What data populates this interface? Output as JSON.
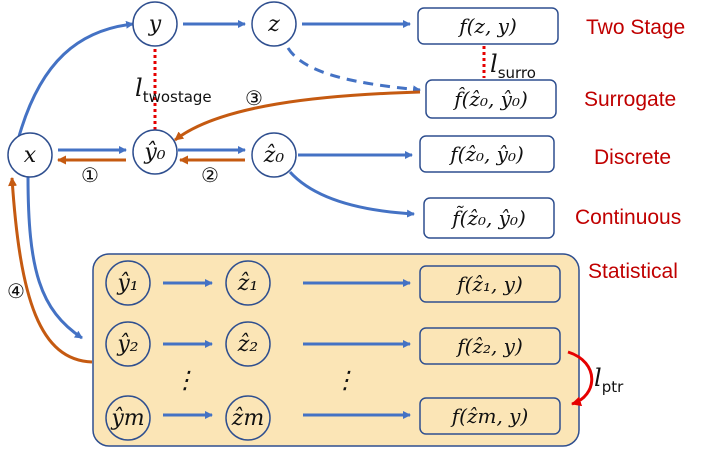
{
  "nodes": {
    "x": "x",
    "y": "y",
    "z": "z",
    "y_hat_0": "ŷ₀",
    "z_hat_0": "ẑ₀",
    "y_hat_1": "ŷ₁",
    "z_hat_1": "ẑ₁",
    "y_hat_2": "ŷ₂",
    "z_hat_2": "ẑ₂",
    "y_hat_m": "ŷm",
    "z_hat_m": "ẑm",
    "vdots": "⋮"
  },
  "boxes": {
    "two_stage": "f(z, y)",
    "surrogate": "f̂(ẑ₀, ŷ₀)",
    "discrete": "f(ẑ₀, ŷ₀)",
    "continuous": "f̃(ẑ₀, ŷ₀)",
    "stat_1": "f(ẑ₁, y)",
    "stat_2": "f(ẑ₂, y)",
    "stat_m": "f(ẑm, y)"
  },
  "categories": {
    "two_stage": "Two Stage",
    "surrogate": "Surrogate",
    "discrete": "Discrete",
    "continuous": "Continuous",
    "statistical": "Statistical"
  },
  "losses": {
    "twostage": {
      "base": "l",
      "sub": "twostage"
    },
    "surro": {
      "base": "l",
      "sub": "surro"
    },
    "ptr": {
      "base": "l",
      "sub": "ptr"
    }
  },
  "steps": {
    "one": "①",
    "two": "②",
    "three": "③",
    "four": "④"
  },
  "colors": {
    "blue": "#4472c4",
    "orange": "#c55a11",
    "red": "#ff0000",
    "dark_red": "#c00000",
    "box_border": "#2f4f8f",
    "panel_fill": "#fbe5b6",
    "panel_border": "#2f4f8f"
  }
}
